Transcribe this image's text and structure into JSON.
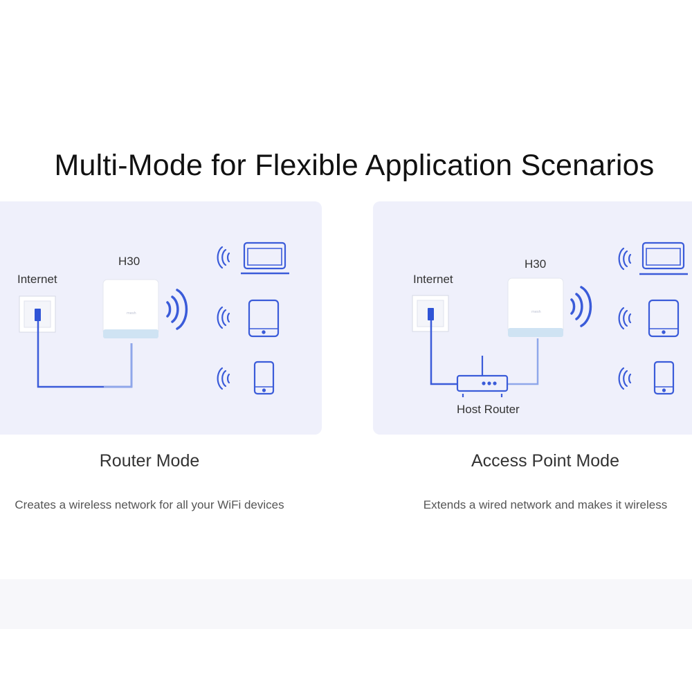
{
  "title": "Multi-Mode for Flexible Application Scenarios",
  "modes": [
    {
      "name": "Router Mode",
      "description": "Creates a wireless network for all your WiFi devices",
      "labels": {
        "device": "H30",
        "internet": "Internet"
      }
    },
    {
      "name": "Access Point Mode",
      "description": "Extends a wired network and makes it wireless",
      "labels": {
        "device": "H30",
        "internet": "Internet",
        "host_router": "Host Router"
      }
    }
  ],
  "icons": [
    "ethernet-wall-port-icon",
    "mesh-unit-icon",
    "wifi-signal-icon",
    "laptop-icon",
    "tablet-icon",
    "phone-icon",
    "host-router-icon"
  ],
  "colors": {
    "accent": "#3558d8",
    "cable_light": "#8fa7ea",
    "panel_bg": "#eff0fb"
  }
}
